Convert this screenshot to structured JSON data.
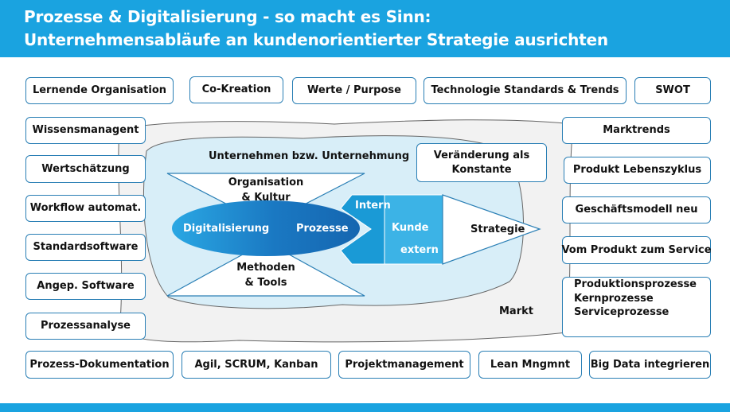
{
  "header": {
    "title_line1": "Prozesse & Digitalisierung - so macht es Sinn:",
    "title_line2": "Unternehmensabläufe an kundenorientierter Strategie ausrichten"
  },
  "top_row": [
    "Lernende Organisation",
    "Co-Kreation",
    "Werte / Purpose",
    "Technologie Standards & Trends",
    "SWOT"
  ],
  "left_column": [
    "Wissensmanagent",
    "Wertschätzung",
    "Workflow automat.",
    "Standardsoftware",
    "Angep. Software",
    "Prozessanalyse"
  ],
  "right_column": [
    "Marktrends",
    "Produkt Lebenszyklus",
    "Geschäftsmodell neu",
    "Vom Produkt zum Service"
  ],
  "right_list": [
    "Produktionsprozesse",
    "Kernprozesse",
    "Serviceprozesse"
  ],
  "bottom_row": [
    "Prozess-Dokumentation",
    "Agil, SCRUM, Kanban",
    "Projektmanagement",
    "Lean Mngmnt",
    "Big Data integrieren"
  ],
  "center": {
    "unternehmen_label": "Unternehmen  bzw. Unternehmung",
    "veraenderung_line1": "Veränderung als",
    "veraenderung_line2": "Konstante",
    "organisation_line1": "Organisation",
    "organisation_line2": "& Kultur",
    "methoden_line1": "Methoden",
    "methoden_line2": "& Tools",
    "digitalisierung": "Digitalisierung",
    "prozesse": "Prozesse",
    "intern": "Intern",
    "kunde": "Kunde",
    "extern": "extern",
    "strategie": "Strategie",
    "markt": "Markt"
  },
  "colors": {
    "header_bg": "#1aa3e0",
    "box_border": "#2a7fb5",
    "markt_fill": "#f2f2f2",
    "unternehmen_fill": "#d8eef8",
    "ellipse_dark": "#1566b0",
    "ellipse_light": "#2aa7e3",
    "arrow_dark": "#1a9ad6",
    "arrow_light": "#3cb3e6"
  }
}
